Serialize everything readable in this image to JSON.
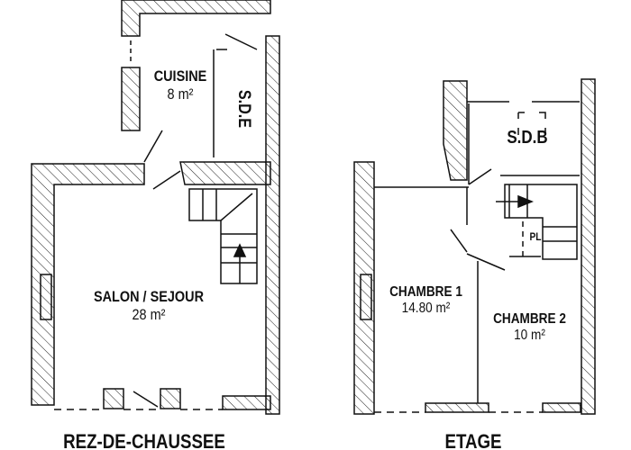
{
  "plans": [
    {
      "title": "REZ-DE-CHAUSSEE",
      "rooms": [
        {
          "name": "CUISINE",
          "area": "8 m²"
        },
        {
          "name": "S.D.E"
        },
        {
          "name": "SALON / SEJOUR",
          "area": "28 m²"
        }
      ]
    },
    {
      "title": "ETAGE",
      "rooms": [
        {
          "name": "S.D.B"
        },
        {
          "name": "PL"
        },
        {
          "name": "CHAMBRE 1",
          "area": "14.80 m²"
        },
        {
          "name": "CHAMBRE 2",
          "area": "10 m²"
        }
      ]
    }
  ],
  "colors": {
    "line": "#111111",
    "background": "#ffffff"
  }
}
